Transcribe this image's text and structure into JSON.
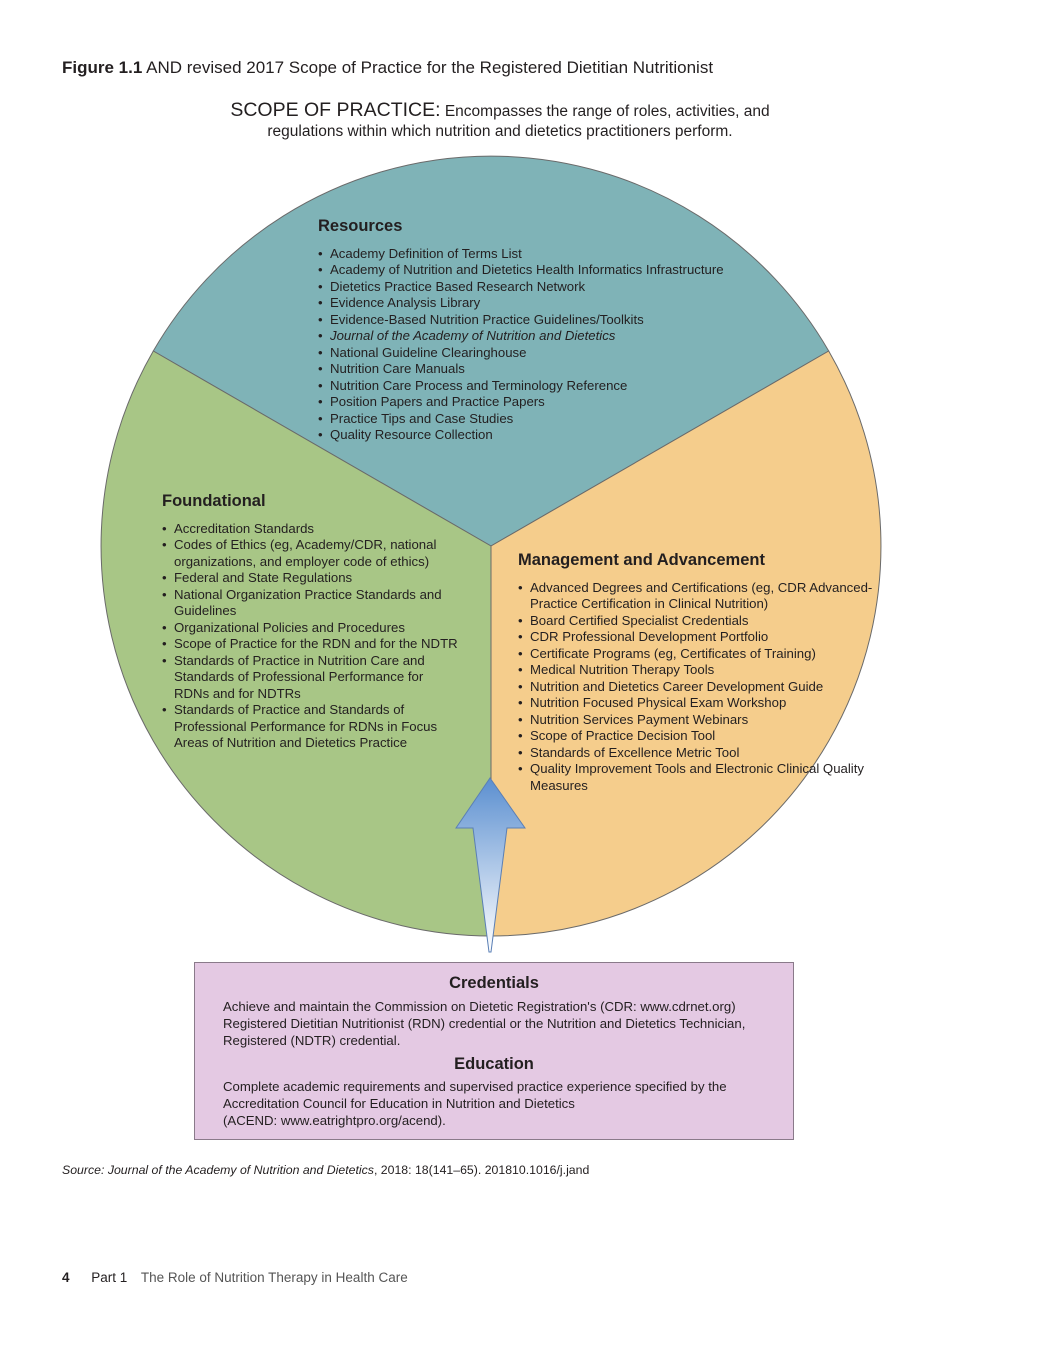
{
  "figure": {
    "label": "Figure 1.1",
    "title": "AND revised 2017 Scope of Practice for the Registered Dietitian Nutritionist"
  },
  "scope": {
    "heading": "SCOPE OF PRACTICE:",
    "line1": "Encompasses the range of roles, activities, and",
    "line2": "regulations within which nutrition and dietetics practitioners perform."
  },
  "colors": {
    "resources": "#7fb3b7",
    "foundational": "#a8c686",
    "management": "#f5cd8c",
    "credentials_box": "#e4c9e3",
    "arrow_top": "#5b8fd0",
    "arrow_bottom": "#ffffff"
  },
  "resources": {
    "title": "Resources",
    "items": [
      "Academy Definition of Terms List",
      "Academy of Nutrition and Dietetics Health Informatics Infrastructure",
      "Dietetics Practice Based Research Network",
      "Evidence Analysis Library",
      "Evidence-Based Nutrition Practice Guidelines/Toolkits",
      "Journal of the Academy of Nutrition and Dietetics",
      "National Guideline Clearinghouse",
      "Nutrition Care Manuals",
      "Nutrition Care Process and Terminology Reference",
      "Position Papers and Practice Papers",
      "Practice Tips and Case Studies",
      "Quality Resource Collection"
    ]
  },
  "foundational": {
    "title": "Foundational",
    "items": [
      "Accreditation Standards",
      "Codes of Ethics (eg, Academy/CDR, national organizations, and employer code of ethics)",
      "Federal and State Regulations",
      "National Organization Practice Standards and Guidelines",
      "Organizational Policies and Procedures",
      "Scope of Practice for the RDN and for the NDTR",
      "Standards of Practice in Nutrition Care and Standards of Professional Performance for RDNs and for NDTRs",
      "Standards of Practice and Standards of Professional Performance for RDNs in Focus Areas of Nutrition and Dietetics Practice"
    ]
  },
  "management": {
    "title": "Management and Advancement",
    "items": [
      "Advanced Degrees and Certifications (eg, CDR Advanced-Practice Certification in Clinical Nutrition)",
      "Board Certified Specialist Credentials",
      "CDR Professional Development Portfolio",
      "Certificate Programs (eg, Certificates of Training)",
      "Medical Nutrition Therapy Tools",
      "Nutrition and Dietetics Career Development Guide",
      "Nutrition Focused Physical Exam Workshop",
      "Nutrition Services Payment Webinars",
      "Scope of Practice Decision Tool",
      "Standards of Excellence Metric Tool",
      "Quality Improvement Tools and Electronic Clinical Quality Measures"
    ]
  },
  "credentials": {
    "title": "Credentials",
    "line1": "Achieve and maintain the Commission on Dietetic Registration's (CDR: www.cdrnet.org)",
    "line2": "Registered Dietitian Nutritionist (RDN) credential or the Nutrition and Dietetics Technician,",
    "line3": "Registered (NDTR) credential."
  },
  "education": {
    "title": "Education",
    "line1": "Complete academic requirements and supervised practice experience specified by the",
    "line2": "Accreditation Council for Education in Nutrition and Dietetics",
    "line3": "(ACEND: www.eatrightpro.org/acend)."
  },
  "source": {
    "label": "Source:",
    "journal": "Journal of the Academy of Nutrition and Dietetics",
    "citation": ", 2018: 18(141–65). 201810.1016/j.jand"
  },
  "footer": {
    "page_number": "4",
    "part": "Part 1",
    "chapter": "The Role of Nutrition Therapy in Health Care"
  }
}
